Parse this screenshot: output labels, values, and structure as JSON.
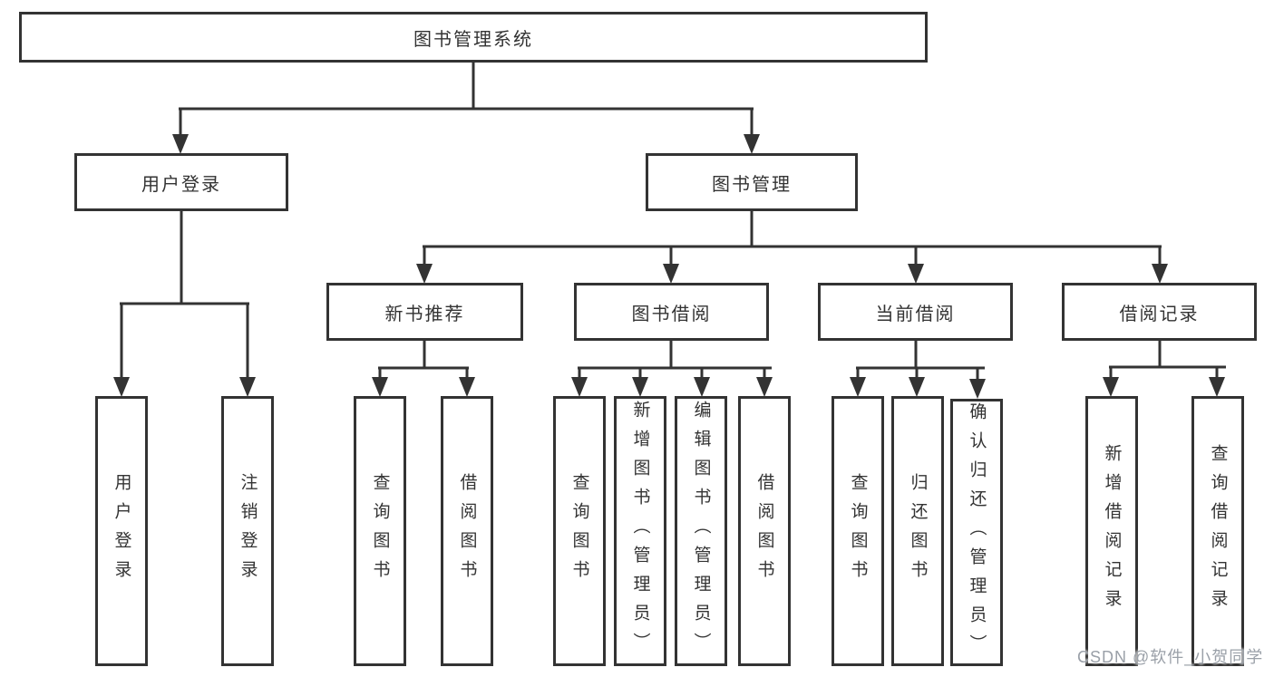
{
  "diagram": {
    "title": "图书管理系统",
    "level2": {
      "user_login": "用户登录",
      "book_mgmt": "图书管理"
    },
    "level3": {
      "new_books": "新书推荐",
      "borrow": "图书借阅",
      "current": "当前借阅",
      "records": "借阅记录"
    },
    "leaves": {
      "login": "用户登录",
      "logout": "注销登录",
      "nb_query": "查询图书",
      "nb_borrow": "借阅图书",
      "b_query": "查询图书",
      "b_add": "新增图书（管理员）",
      "b_edit": "编辑图书（管理员）",
      "b_borrow": "借阅图书",
      "c_query": "查询图书",
      "c_return": "归还图书",
      "c_confirm": "确认归还（管理员）",
      "r_add": "新增借阅记录",
      "r_query": "查询借阅记录"
    },
    "watermark": "CSDN @软件_小贺同学",
    "colors": {
      "line": "#333333",
      "text": "#333333",
      "background": "#ffffff",
      "watermark": "#9aa0a8"
    }
  }
}
